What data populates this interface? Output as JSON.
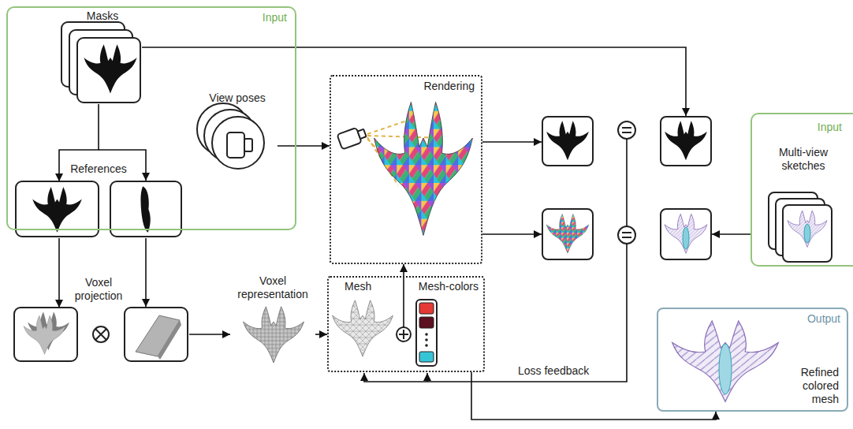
{
  "diagram": {
    "nodes": [
      {
        "text": [
          "Input"
        ]
      },
      {
        "text": [
          "Masks"
        ],
        "in": 0
      },
      {
        "text": [
          "View poses"
        ],
        "in": 0
      },
      {
        "text": [
          "References"
        ],
        "in": 0
      },
      {
        "text": [
          "Voxel projection"
        ]
      },
      {
        "text": [
          "Voxel representation"
        ]
      },
      {
        "text": [
          "Rendering"
        ]
      },
      {
        "text": [
          "Mesh",
          "Mesh-colors"
        ]
      },
      {
        "text": [
          "Input",
          "Multi-view sketches"
        ]
      },
      {
        "text": [
          "Output",
          "Refined colored mesh"
        ]
      }
    ],
    "edges": [
      {
        "from": 1,
        "to": 3,
        "arrow": "to"
      },
      {
        "from": 3,
        "to": 4,
        "arrow": "to"
      },
      {
        "from": 4,
        "to": 5,
        "arrow": "to"
      },
      {
        "from": 5,
        "to": 7,
        "arrow": "to"
      },
      {
        "from": 7,
        "to": 6,
        "arrow": "to"
      },
      {
        "from": 2,
        "to": 6,
        "arrow": "to"
      },
      {
        "from": 7,
        "to": 9,
        "arrow": "to"
      }
    ],
    "labels": [
      "Loss feedback"
    ]
  }
}
